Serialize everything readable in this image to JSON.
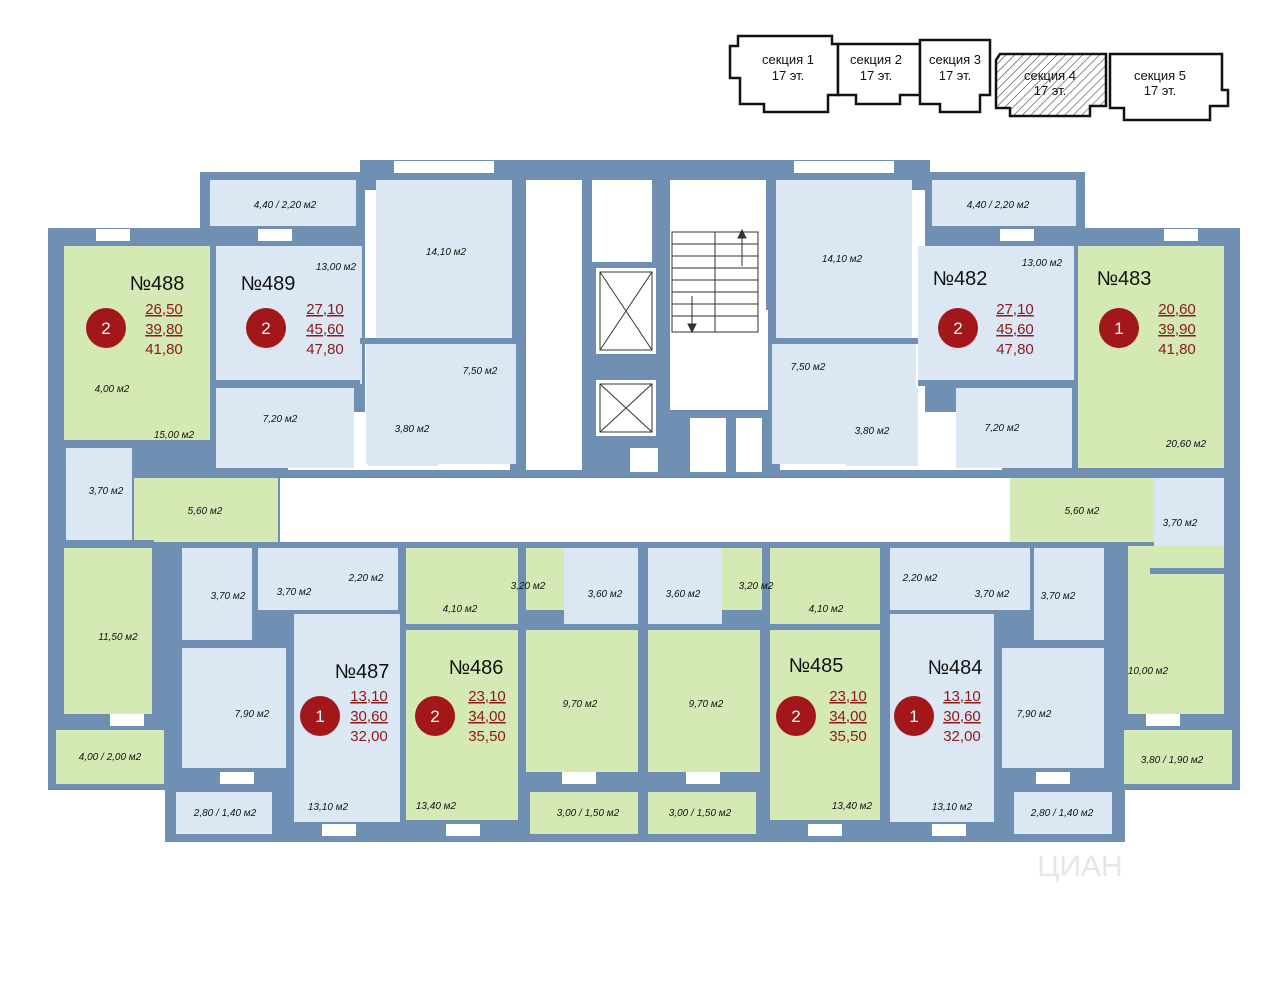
{
  "sections": [
    {
      "name": "секция 1",
      "floors": "17 эт.",
      "active": false
    },
    {
      "name": "секция 2",
      "floors": "17 эт.",
      "active": false
    },
    {
      "name": "секция 3",
      "floors": "17 эт.",
      "active": false
    },
    {
      "name": "секция 4",
      "floors": "17 эт.",
      "active": true
    },
    {
      "name": "секция 5",
      "floors": "17 эт.",
      "active": false
    }
  ],
  "colors": {
    "wall": "#6f8fb3",
    "blue_room": "#dbe8f4",
    "green_room": "#d5e9b4",
    "badge": "#a3161a",
    "figure_text": "#8b1a1a"
  },
  "apartments": [
    {
      "id": "488",
      "label": "№488",
      "rooms": "2",
      "living": "26,50",
      "living_total": "39,80",
      "total": "41,80",
      "color": "green"
    },
    {
      "id": "489",
      "label": "№489",
      "rooms": "2",
      "living": "27,10",
      "living_total": "45,60",
      "total": "47,80",
      "color": "blue"
    },
    {
      "id": "482",
      "label": "№482",
      "rooms": "2",
      "living": "27,10",
      "living_total": "45,60",
      "total": "47,80",
      "color": "blue"
    },
    {
      "id": "483",
      "label": "№483",
      "rooms": "1",
      "living": "20,60",
      "living_total": "39,90",
      "total": "41,80",
      "color": "green"
    },
    {
      "id": "487",
      "label": "№487",
      "rooms": "1",
      "living": "13,10",
      "living_total": "30,60",
      "total": "32,00",
      "color": "blue"
    },
    {
      "id": "486",
      "label": "№486",
      "rooms": "2",
      "living": "23,10",
      "living_total": "34,00",
      "total": "35,50",
      "color": "green"
    },
    {
      "id": "485",
      "label": "№485",
      "rooms": "2",
      "living": "23,10",
      "living_total": "34,00",
      "total": "35,50",
      "color": "green"
    },
    {
      "id": "484",
      "label": "№484",
      "rooms": "1",
      "living": "13,10",
      "living_total": "30,60",
      "total": "32,00",
      "color": "blue"
    }
  ],
  "room_areas": [
    "4,40 / 2,20 м2",
    "14,10 м2",
    "13,00 м2",
    "7,50 м2",
    "7,20 м2",
    "3,80 м2",
    "4,00 м2",
    "15,00 м2",
    "3,70 м2",
    "5,60 м2",
    "11,50 м2",
    "4,00 / 2,00 м2",
    "4,40 / 2,20 м2",
    "14,10 м2",
    "13,00 м2",
    "7,50 м2",
    "3,80 м2",
    "7,20 м2",
    "20,60 м2",
    "5,60 м2",
    "3,70 м2",
    "10,00 м2",
    "3,80 / 1,90 м2",
    "3,70 м2",
    "3,70 м2",
    "2,20 м2",
    "7,90 м2",
    "13,10 м2",
    "2,80 / 1,40 м2",
    "4,10 м2",
    "3,20 м2",
    "3,60 м2",
    "9,70 м2",
    "13,40 м2",
    "3,00 / 1,50 м2",
    "3,60 м2",
    "3,20 м2",
    "4,10 м2",
    "9,70 м2",
    "13,40 м2",
    "3,00 / 1,50 м2",
    "2,20 м2",
    "3,70 м2",
    "3,70 м2",
    "7,90 м2",
    "13,10 м2",
    "2,80 / 1,40 м2"
  ],
  "watermark": "ЦИАН"
}
